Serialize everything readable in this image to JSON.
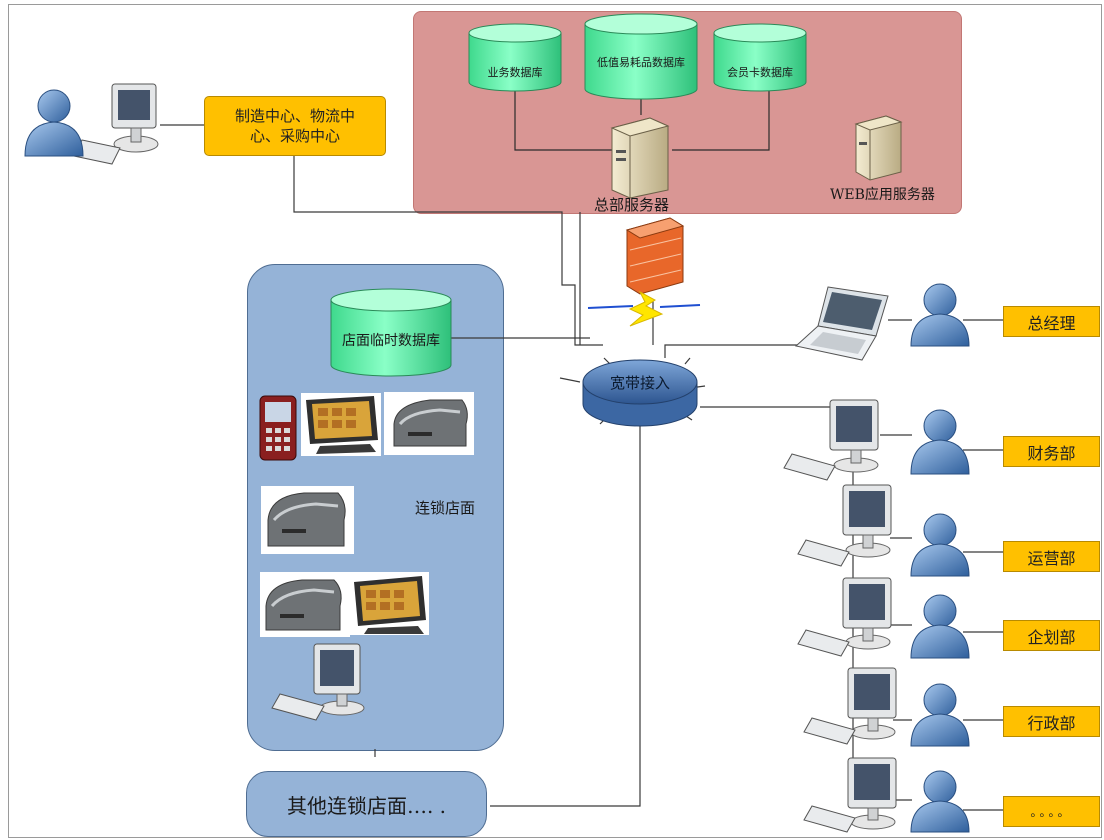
{
  "hq": {
    "databases": [
      "业务数据库",
      "低值易耗品数据库",
      "会员卡数据库"
    ],
    "hq_server_label": "总部服务器",
    "web_server_label": "WEB应用服务器"
  },
  "mfg_center_label": "制造中心、物流中\n心、采购中心",
  "broadband_label": "宽带接入",
  "store": {
    "temp_db_label": "店面临时数据库",
    "store_label": "连锁店面",
    "other_stores_label": "其他连锁店面…. ."
  },
  "departments": [
    "总经理",
    "财务部",
    "运营部",
    "企划部",
    "行政部",
    "。。。。"
  ],
  "colors": {
    "hq_panel": "#d99694",
    "store_panel": "#95b3d7",
    "database": "#66ffb2",
    "label_box": "#ffc000",
    "router": "#4f79b8"
  }
}
